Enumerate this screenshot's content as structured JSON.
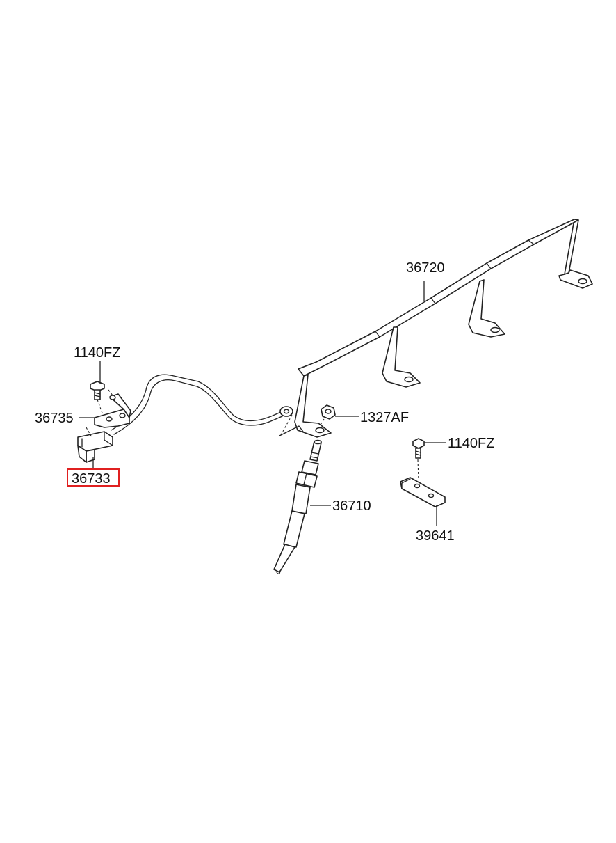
{
  "labels": {
    "harness": "36720",
    "bolt_upper_left": "1140FZ",
    "bracket_left": "36735",
    "connector": "36733",
    "nut": "1327AF",
    "bolt_right": "1140FZ",
    "glow_plug": "36710",
    "plate": "39641"
  },
  "highlighted_part": "36733",
  "colors": {
    "line": "#222222",
    "highlight": "#e02020",
    "background": "#ffffff"
  }
}
